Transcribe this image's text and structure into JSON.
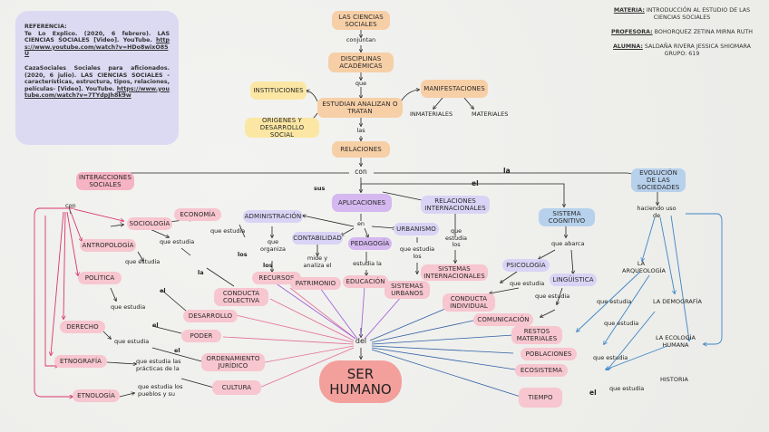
{
  "reference": {
    "heading": "REFERENCIA:",
    "entries": [
      {
        "text": "Te Lo Explico. (2020, 6 febrero). LAS CIENCIAS SOCIALES [Video]. YouTube.",
        "url": "https://www.youtube.com/watch?v=HDo8wixO85U"
      },
      {
        "text": "CazaSociales Sociales para aficionados. (2020, 6 julio). LAS CIENCIAS SOCIALES - características, estructura, tipos, relaciones, películas- [Video]. YouTube.",
        "url": "https://www.youtube.com/watch?v=7TYdpJh8k9w"
      }
    ]
  },
  "info": {
    "materia_label": "MATERIA:",
    "materia": "INTRODUCCIÓN AL ESTUDIO DE LAS CIENCIAS SOCIALES",
    "profesora_label": "PROFESORA:",
    "profesora": "BOHORQUEZ ZETINA MIRNA RUTH",
    "alumna_label": "ALUMNA:",
    "alumna": "SALDAÑA RIVERA JESSICA SHIOMARA",
    "grupo": "GRUPO: 619"
  },
  "nodes": {
    "ciencias_sociales": "LAS CIENCIAS SOCIALES",
    "disciplinas": "DISCIPLINAS ACADÉMICAS",
    "instituciones": "INSTITUCIONES",
    "estudian": "ESTUDIAN ANALIZAN O TRATAN",
    "manifestaciones": "MANIFESTACIONES",
    "origenes": "ORIGENES Y DESARROLLO SOCIAL",
    "inmateriales": "INMATERIALES",
    "materiales": "MATERIALES",
    "relaciones": "RELACIONES",
    "interacciones": "INTERACCIONES SOCIALES",
    "evolucion": "EVOLUCIÓN DE LAS SOCIEDADES",
    "aplicaciones": "APLICACIONES",
    "relaciones_int": "RELACIONES INTERNACIONALES",
    "sistema_cog": "SISTEMA COGNITIVO",
    "economia": "ECONOMÍA",
    "sociologia": "SOCIOLOGÍA",
    "antropologia": "ANTROPOLOGÍA",
    "politica": "POLÍTICA",
    "derecho": "DERECHO",
    "etnografia": "ETNOGRAFÍA",
    "etnologia": "ETNOLOGÍA",
    "administracion": "ADMINISTRACIÓN",
    "contabilidad": "CONTABILIDAD",
    "pedagogia": "PEDAGOGÍA",
    "urbanismo": "URBANISMO",
    "recursos": "RECURSOS",
    "patrimonio": "PATRIMONIO",
    "educacion": "EDUCACIÓN",
    "sistemas_urbanos": "SISTEMAS URBANOS",
    "sistemas_int": "SISTEMAS INTERNACIONALES",
    "psicologia": "PSICOLOGÍA",
    "linguistica": "LINGÜÍSTICA",
    "conducta_col": "CONDUCTA COLECTIVA",
    "desarrollo": "DESARROLLO",
    "poder": "PODER",
    "ordenamiento": "ORDENAMIENTO JURÍDICO",
    "cultura": "CULTURA",
    "conducta_ind": "CONDUCTA INDIVIDUAL",
    "comunicacion": "COMUNICACIÓN",
    "restos": "RESTOS MATERIALES",
    "poblaciones": "POBLACIONES",
    "ecosistema": "ECOSISTEMA",
    "tiempo": "TIEMPO",
    "arqueologia": "LA ARQUEOLOGÍA",
    "demografia": "LA DEMOGRAFÍA",
    "ecologia": "LA ECOLOGÍA HUMANA",
    "historia": "HISTORIA",
    "ser_humano": "SER HUMANO"
  },
  "connectors": {
    "conjuntan": "conjuntan",
    "que": "que",
    "las": "las",
    "con": "con",
    "la": "la",
    "el": "el",
    "sus": "sus",
    "con2": "con",
    "en": "en",
    "del": "del",
    "haciendo": "haciendo uso de",
    "que_estudia": "que estudia",
    "que_organiza": "que organiza",
    "mide_analiza": "mide y analiza el",
    "estudia_la": "estudia la",
    "que_estudia_los": "que estudia los",
    "que_abarca": "que abarca",
    "los": "los",
    "los2": "los",
    "la2": "la",
    "el2": "el",
    "el3": "el",
    "el4": "el",
    "practicas": "que estudia las prácticas de la",
    "pueblos": "que estudia los pueblos y su"
  }
}
